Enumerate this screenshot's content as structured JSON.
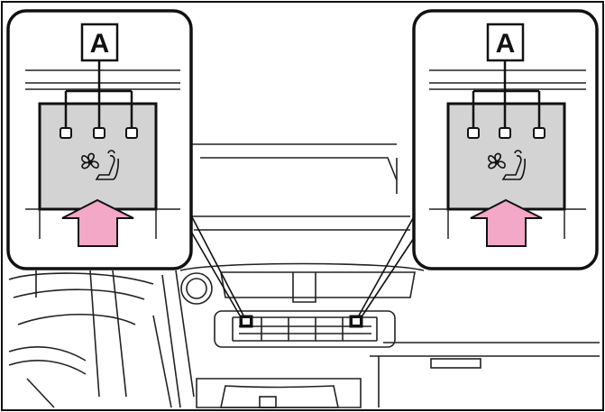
{
  "callouts": {
    "left": {
      "label": "A"
    },
    "right": {
      "label": "A"
    }
  },
  "icons": {
    "panel_icon": "fan-seat-ventilation-icon",
    "press_indicator": "press-arrow-icon",
    "indicator_lights": "indicator-light-icon"
  },
  "indicator_count_per_panel": 3,
  "colors": {
    "line": "#111111",
    "panel_fill": "#d3d3d3",
    "arrow_fill": "#f2a8c6",
    "callout_bg": "#ffffff",
    "highlight_switch": "#111111"
  }
}
